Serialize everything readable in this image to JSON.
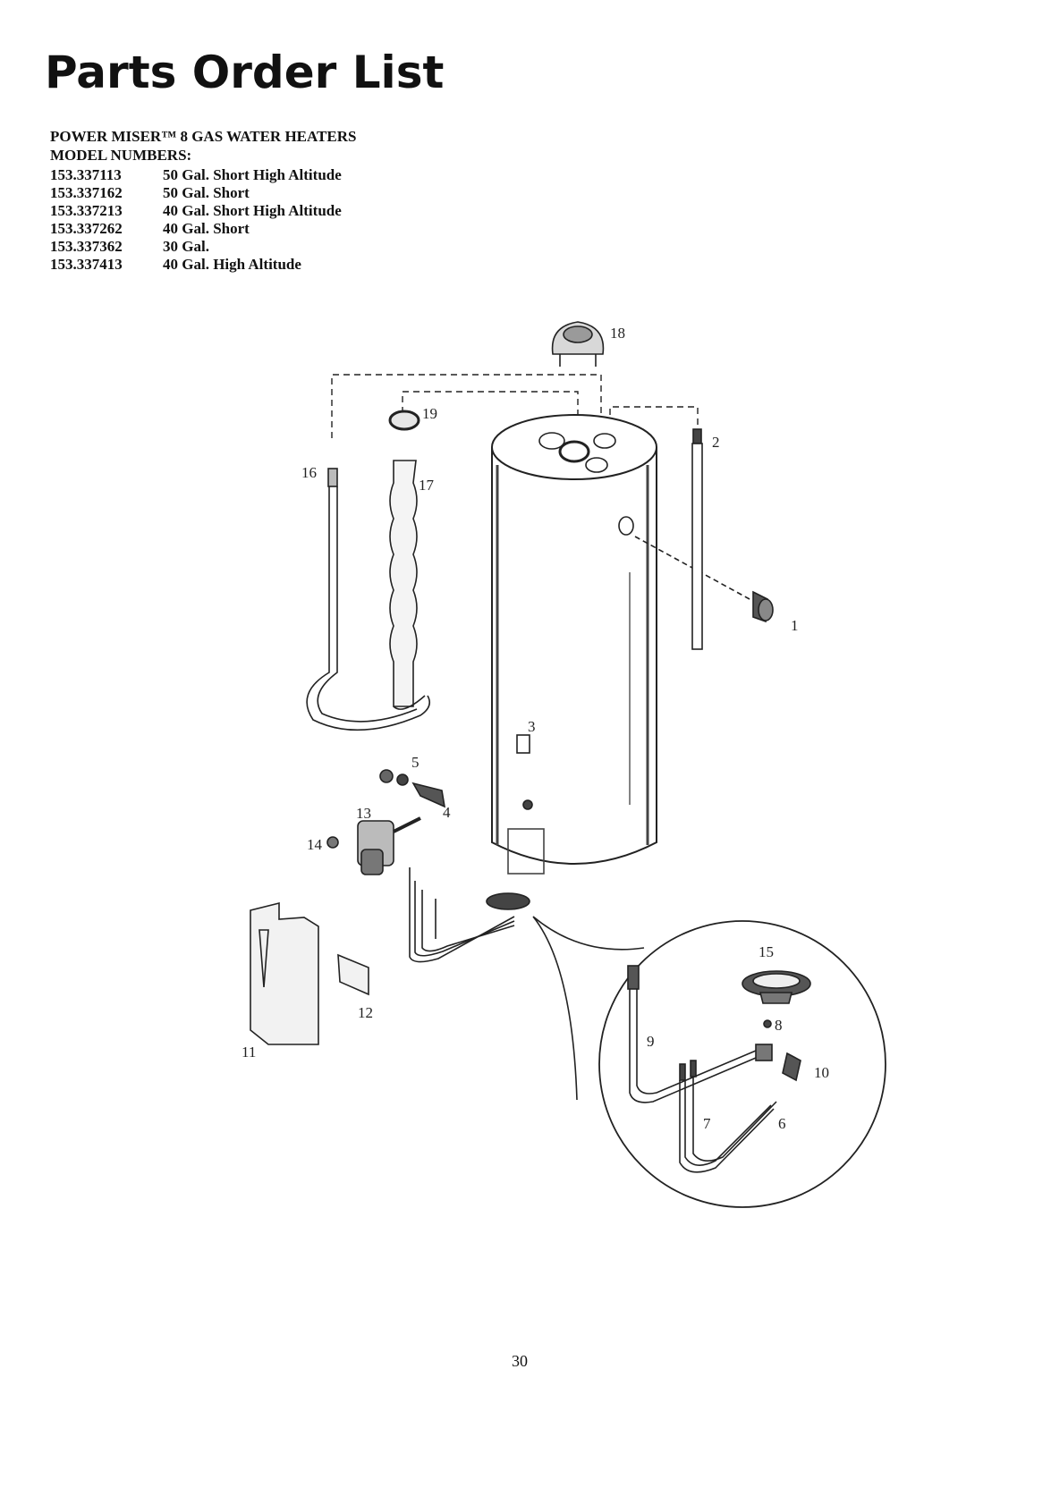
{
  "title": "Parts Order List",
  "product_line": "POWER MISER™ 8 GAS WATER HEATERS",
  "models_heading": "MODEL NUMBERS:",
  "models": [
    {
      "number": "153.337113",
      "description": "50 Gal. Short High Altitude"
    },
    {
      "number": "153.337162",
      "description": "50 Gal. Short"
    },
    {
      "number": "153.337213",
      "description": "40 Gal. Short High Altitude"
    },
    {
      "number": "153.337262",
      "description": "40 Gal. Short"
    },
    {
      "number": "153.337362",
      "description": "30 Gal."
    },
    {
      "number": "153.337413",
      "description": "40 Gal. High Altitude"
    }
  ],
  "callouts": {
    "c1": "1",
    "c2": "2",
    "c3": "3",
    "c4": "4",
    "c5": "5",
    "c6": "6",
    "c7": "7",
    "c8": "8",
    "c9": "9",
    "c10": "10",
    "c11": "11",
    "c12": "12",
    "c13": "13",
    "c14": "14",
    "c15": "15",
    "c16": "16",
    "c17": "17",
    "c18": "18",
    "c19": "19"
  },
  "page_number": "30"
}
